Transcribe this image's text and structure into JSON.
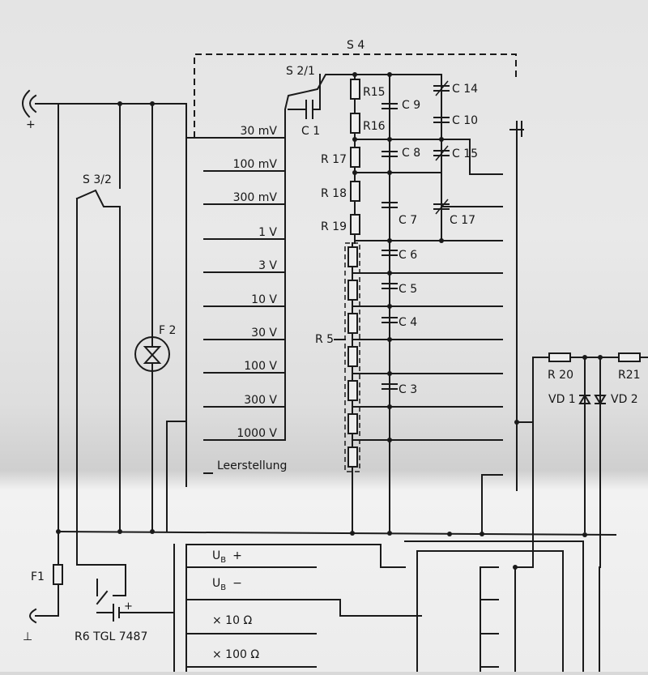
{
  "switch_labels": {
    "s4": "S 4",
    "s2_1": "S 2/1",
    "s3_2": "S 3/2"
  },
  "range_labels": [
    "30 mV",
    "100 mV",
    "300 mV",
    "1 V",
    "3 V",
    "10 V",
    "30 V",
    "100 V",
    "300 V",
    "1000 V"
  ],
  "leerstellung": "Leerstellung",
  "resistor_labels": {
    "r15": "R15",
    "r16": "R16",
    "r17": "R 17",
    "r18": "R 18",
    "r19": "R 19",
    "r5": "R 5",
    "r20": "R 20",
    "r21": "R21"
  },
  "capacitor_labels": {
    "c1": "C 1",
    "c9": "C 9",
    "c14": "C 14",
    "c10": "C 10",
    "c8": "C 8",
    "c15": "C 15",
    "c7": "C 7",
    "c17": "C 17",
    "c6": "C 6",
    "c5": "C 5",
    "c4": "C 4",
    "c3": "C 3"
  },
  "diode_labels": {
    "vd1": "VD 1",
    "vd2": "VD 2"
  },
  "tube_label": "F 2",
  "fuse_label": "F1",
  "battery_label": "R6 TGL 7487",
  "plus_sign": "+",
  "ground_sign": "⊥",
  "bottom_labels": {
    "ub_plus": "U",
    "ub_plus_sub": "B",
    "ub_plus_sign": "+",
    "ub_minus": "U",
    "ub_minus_sub": "B",
    "ub_minus_sign": "−",
    "x10": "× 10 Ω",
    "x100": "× 100 Ω"
  },
  "colors": {
    "ink": "#1a1a1a",
    "paper": "#e6e6e6"
  }
}
